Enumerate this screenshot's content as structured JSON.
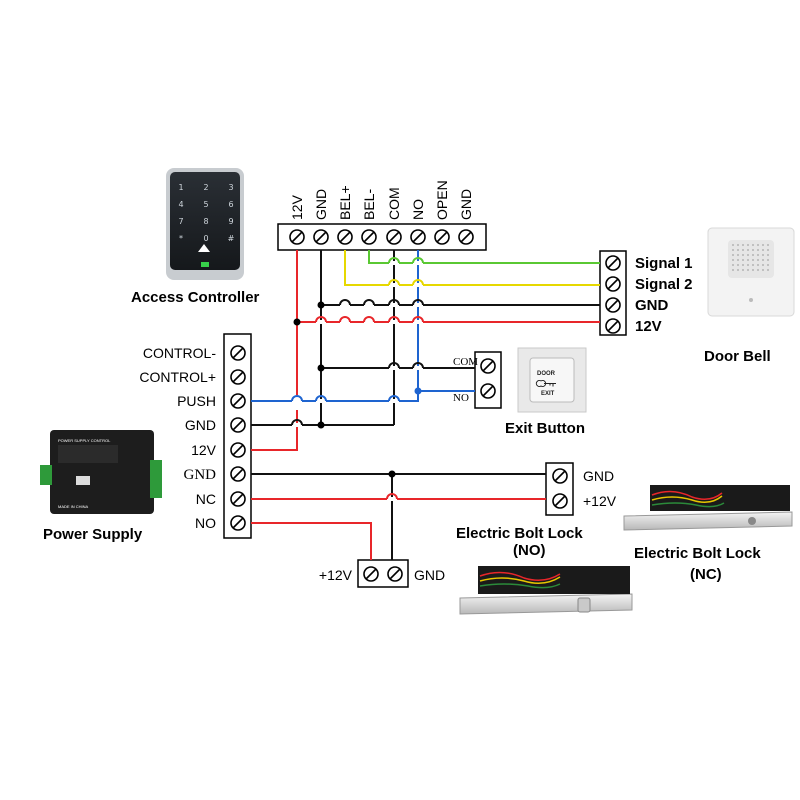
{
  "devices": {
    "access_controller": "Access Controller",
    "door_bell": "Door Bell",
    "exit_button": "Exit Button",
    "power_supply": "Power Supply",
    "bolt_lock_no_line1": "Electric Bolt Lock",
    "bolt_lock_no_line2": "(NO)",
    "bolt_lock_nc_line1": "Electric Bolt Lock",
    "bolt_lock_nc_line2": "(NC)"
  },
  "controller_terminals": [
    "12V",
    "GND",
    "BEL+",
    "BEL-",
    "COM",
    "NO",
    "OPEN",
    "GND"
  ],
  "doorbell_terminals": [
    "Signal 1",
    "Signal 2",
    "GND",
    "12V"
  ],
  "power_terminals": [
    "CONTROL-",
    "CONTROL+",
    "PUSH",
    "GND",
    "12V",
    "GND",
    "NC",
    "NO"
  ],
  "exit_terminals": [
    "COM",
    "NO"
  ],
  "nc_lock_terminals": [
    "GND",
    "+12V"
  ],
  "no_lock_terminals": [
    "+12V",
    "GND"
  ],
  "keypad_keys": [
    "1",
    "2",
    "3",
    "4",
    "5",
    "6",
    "7",
    "8",
    "9",
    "*",
    "0",
    "#"
  ],
  "exit_button_face": {
    "top": "DOOR",
    "bottom": "EXIT"
  },
  "power_supply_face": {
    "title": "POWER SUPPLY CONTROL",
    "brand": "MADE IN CHINA"
  },
  "colors": {
    "red": "#e8262a",
    "black": "#111111",
    "blue": "#1e64d0",
    "yellow": "#e6d800",
    "green": "#5ac832"
  }
}
